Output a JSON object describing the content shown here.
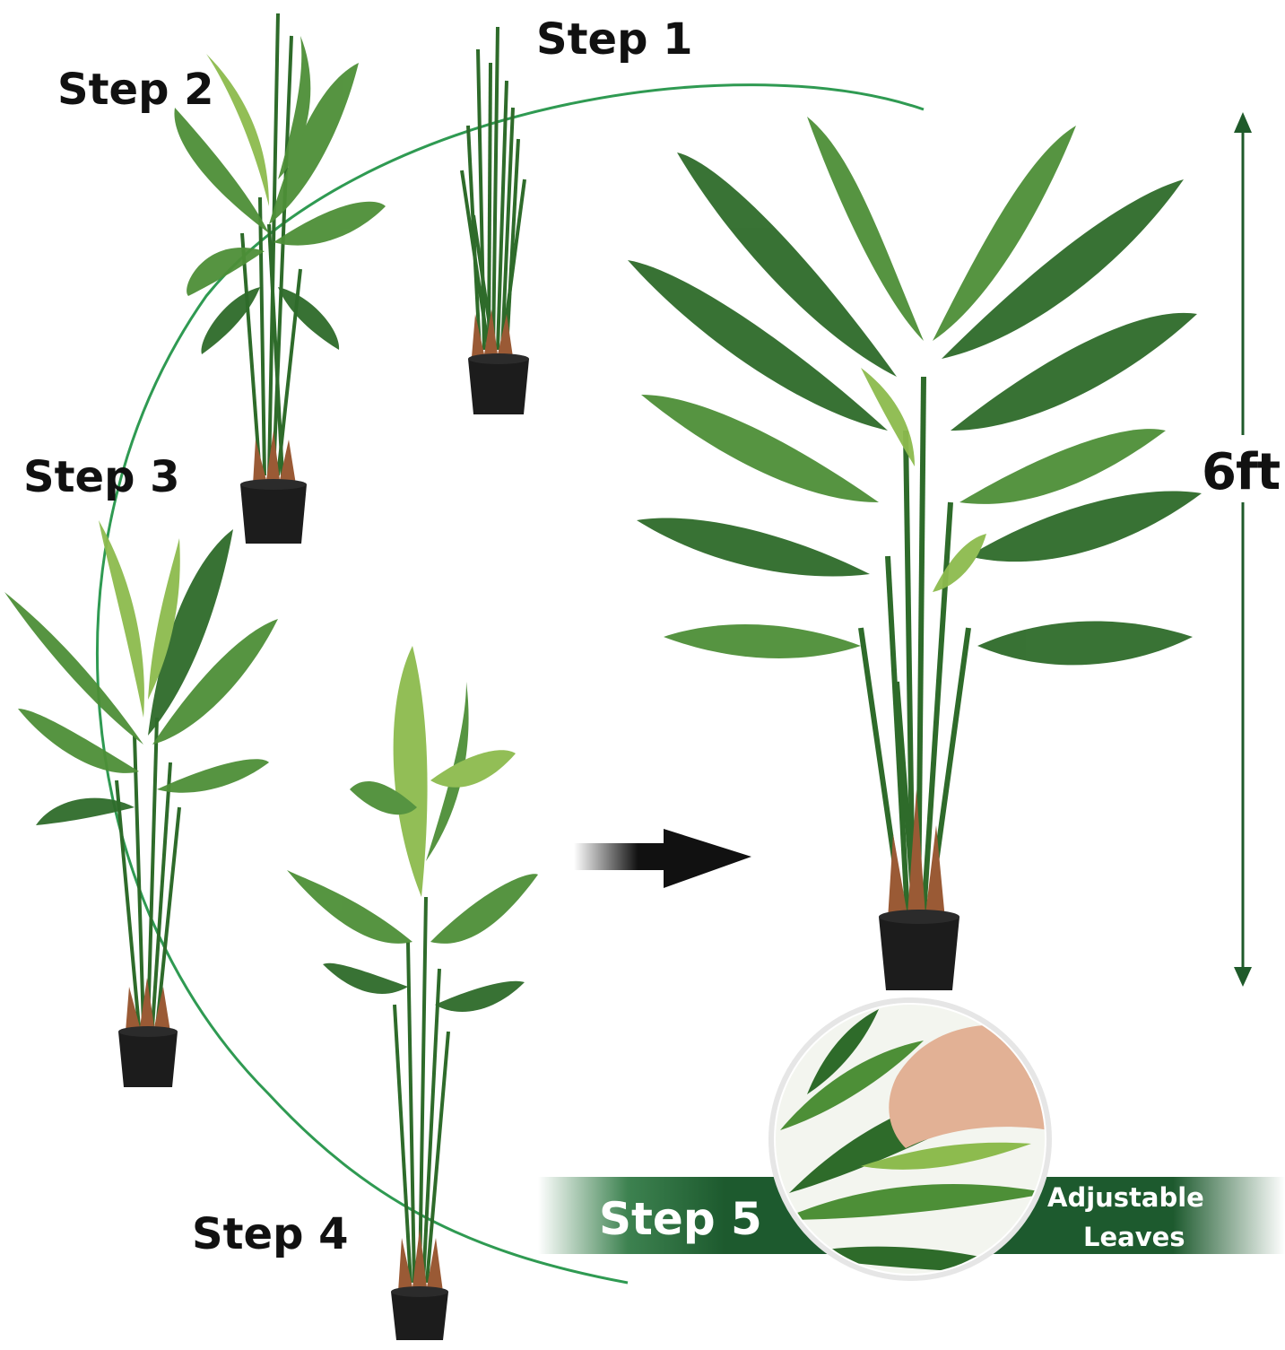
{
  "steps": {
    "step1": "Step 1",
    "step2": "Step 2",
    "step3": "Step 3",
    "step4": "Step 4",
    "step5": "Step 5"
  },
  "height_label": "6ft",
  "feature": {
    "line1": "Adjustable",
    "line2": "Leaves"
  },
  "colors": {
    "arc_green": "#2f9a52",
    "banner_green": "#1d5a2e",
    "leaf_dark": "#2e6b2a",
    "leaf_mid": "#4d8f37",
    "leaf_light": "#8dbb4e",
    "pot": "#1c1c1c",
    "trunk_sheath": "#9a5a35",
    "arrow": "#111111",
    "height_arrow": "#1f5a2a"
  }
}
